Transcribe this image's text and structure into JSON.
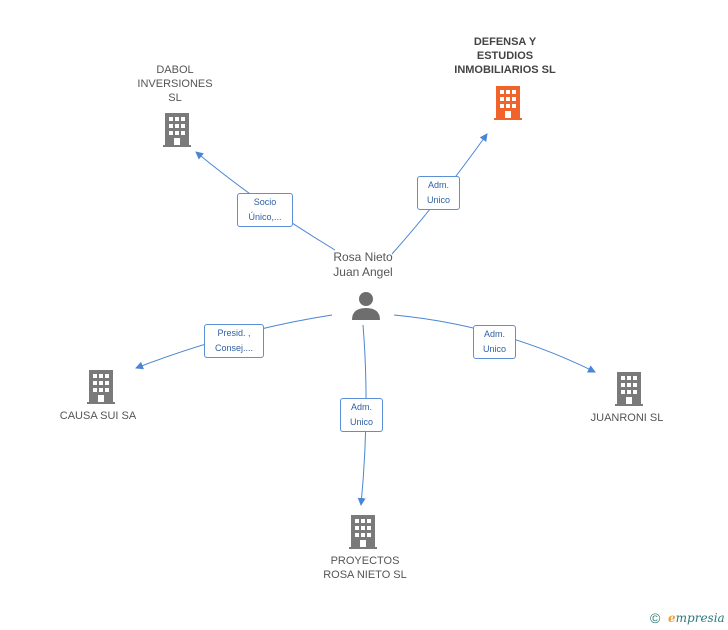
{
  "colors": {
    "edge": "#4a86d4",
    "building": "#7a7a7a",
    "building_highlight": "#f0632a",
    "person": "#6e6e6e"
  },
  "person": {
    "line1": "Rosa Nieto",
    "line2": "Juan Angel",
    "icon": "person-icon"
  },
  "companies": {
    "defensa": {
      "line1": "DEFENSA Y",
      "line2": "ESTUDIOS",
      "line3": "INMOBILIARIOS SL",
      "icon": "building-icon"
    },
    "dabol": {
      "line1": "DABOL",
      "line2": "INVERSIONES",
      "line3": "SL",
      "icon": "building-icon"
    },
    "causa": {
      "line1": "CAUSA SUI SA",
      "icon": "building-icon"
    },
    "juanroni": {
      "line1": "JUANRONI SL",
      "icon": "building-icon"
    },
    "proyectos": {
      "line1": "PROYECTOS",
      "line2": "ROSA NIETO SL",
      "icon": "building-icon"
    }
  },
  "roles": {
    "dabol": {
      "line1": "Socio",
      "line2": "Único,..."
    },
    "defensa": {
      "line1": "Adm.",
      "line2": "Unico"
    },
    "causa": {
      "line1": "Presid. ,",
      "line2": "Consej...."
    },
    "juanroni": {
      "line1": "Adm.",
      "line2": "Unico"
    },
    "proyectos": {
      "line1": "Adm.",
      "line2": "Unico"
    }
  },
  "footer": {
    "copyright": "©",
    "brand_e": "e",
    "brand_rest": "mpresia"
  }
}
